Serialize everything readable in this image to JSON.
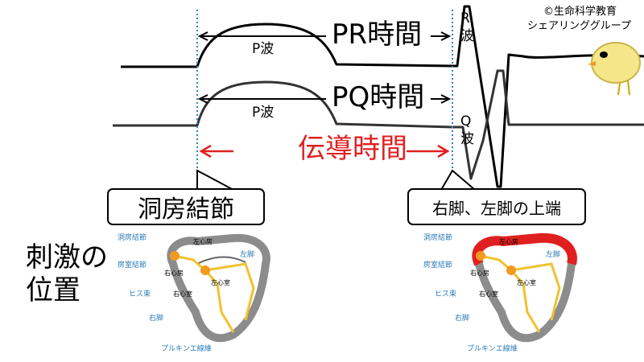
{
  "copyright": {
    "line1": "©生命科学教育",
    "line2": "シェアリンググループ"
  },
  "ecg": {
    "pr_interval_label": "PR時間",
    "pq_interval_label": "PQ時間",
    "p_wave_label": "P波",
    "r_wave_label": "R\n波",
    "q_wave_label": "Q\n波",
    "conduction_time_label": "伝導時間",
    "conduction_arrow": "←"
  },
  "callouts": {
    "sa_node": "洞房結節",
    "bundle_branch_top": "右脚、左脚の上端"
  },
  "stimulus_position_label": "刺激の\n位置",
  "heart_labels": {
    "sa_node": "洞房結節",
    "av_node": "房室結節",
    "his_bundle": "ヒス束",
    "right_bundle": "右脚",
    "purkinje": "プルキンエ線維",
    "left_bundle": "左脚",
    "left_atrium": "左心房",
    "right_atrium": "右心房",
    "right_ventricle": "右心室",
    "left_ventricle": "左心室"
  },
  "colors": {
    "ecg_line": "#000000",
    "ecg_line_2": "#333333",
    "guide_dotted": "#2e86c1",
    "conduction_red": "#e02020",
    "heart_wall": "#8c8c8c",
    "conduction_yellow": "#f2c12e",
    "node_orange": "#f29a1f",
    "label_blue": "#2a7ab8"
  }
}
